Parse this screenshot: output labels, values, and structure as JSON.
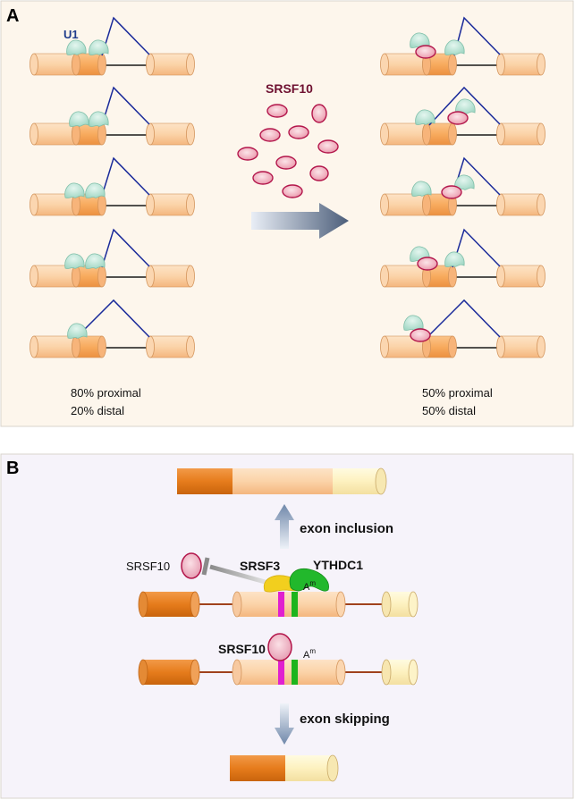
{
  "panel_a": {
    "label": "A",
    "u1_label": "U1",
    "srsf10_label": "SRSF10",
    "left_caption": [
      "80% proximal",
      "20% distal"
    ],
    "right_caption": [
      "50% proximal",
      "50% distal"
    ]
  },
  "panel_b": {
    "label": "B",
    "exon_inclusion": "exon inclusion",
    "exon_skipping": "exon skipping",
    "srsf10_inhibited": "SRSF10",
    "srsf3": "SRSF3",
    "ythdc1": "YTHDC1",
    "am_mark_top": "A",
    "am_mark_top_sup": "m",
    "srsf10_bound": "SRSF10",
    "am_mark_bottom": "A",
    "am_mark_bottom_sup": "m"
  },
  "colors": {
    "panel_a_bg": "#fdf6ec",
    "panel_b_bg": "#f6f3fa",
    "exon_light": "#fbd6ae",
    "exon_mid": "#f9b572",
    "exon_dark": "#e87d1e",
    "exon_pale": "#fdf3c4",
    "u1": "#b8e2d4",
    "srsf10": "#f2b4c0",
    "srsf10_edge": "#b3164b",
    "intron_blue": "#1a2a9a",
    "intron_brown": "#a0421c",
    "srsf3": "#f2cf1e",
    "ythdc1": "#22b82c",
    "magenta_band": "#e020d0",
    "green_band": "#1db41d",
    "label_blue": "#1f3c8c",
    "label_maroon": "#6e1030"
  }
}
